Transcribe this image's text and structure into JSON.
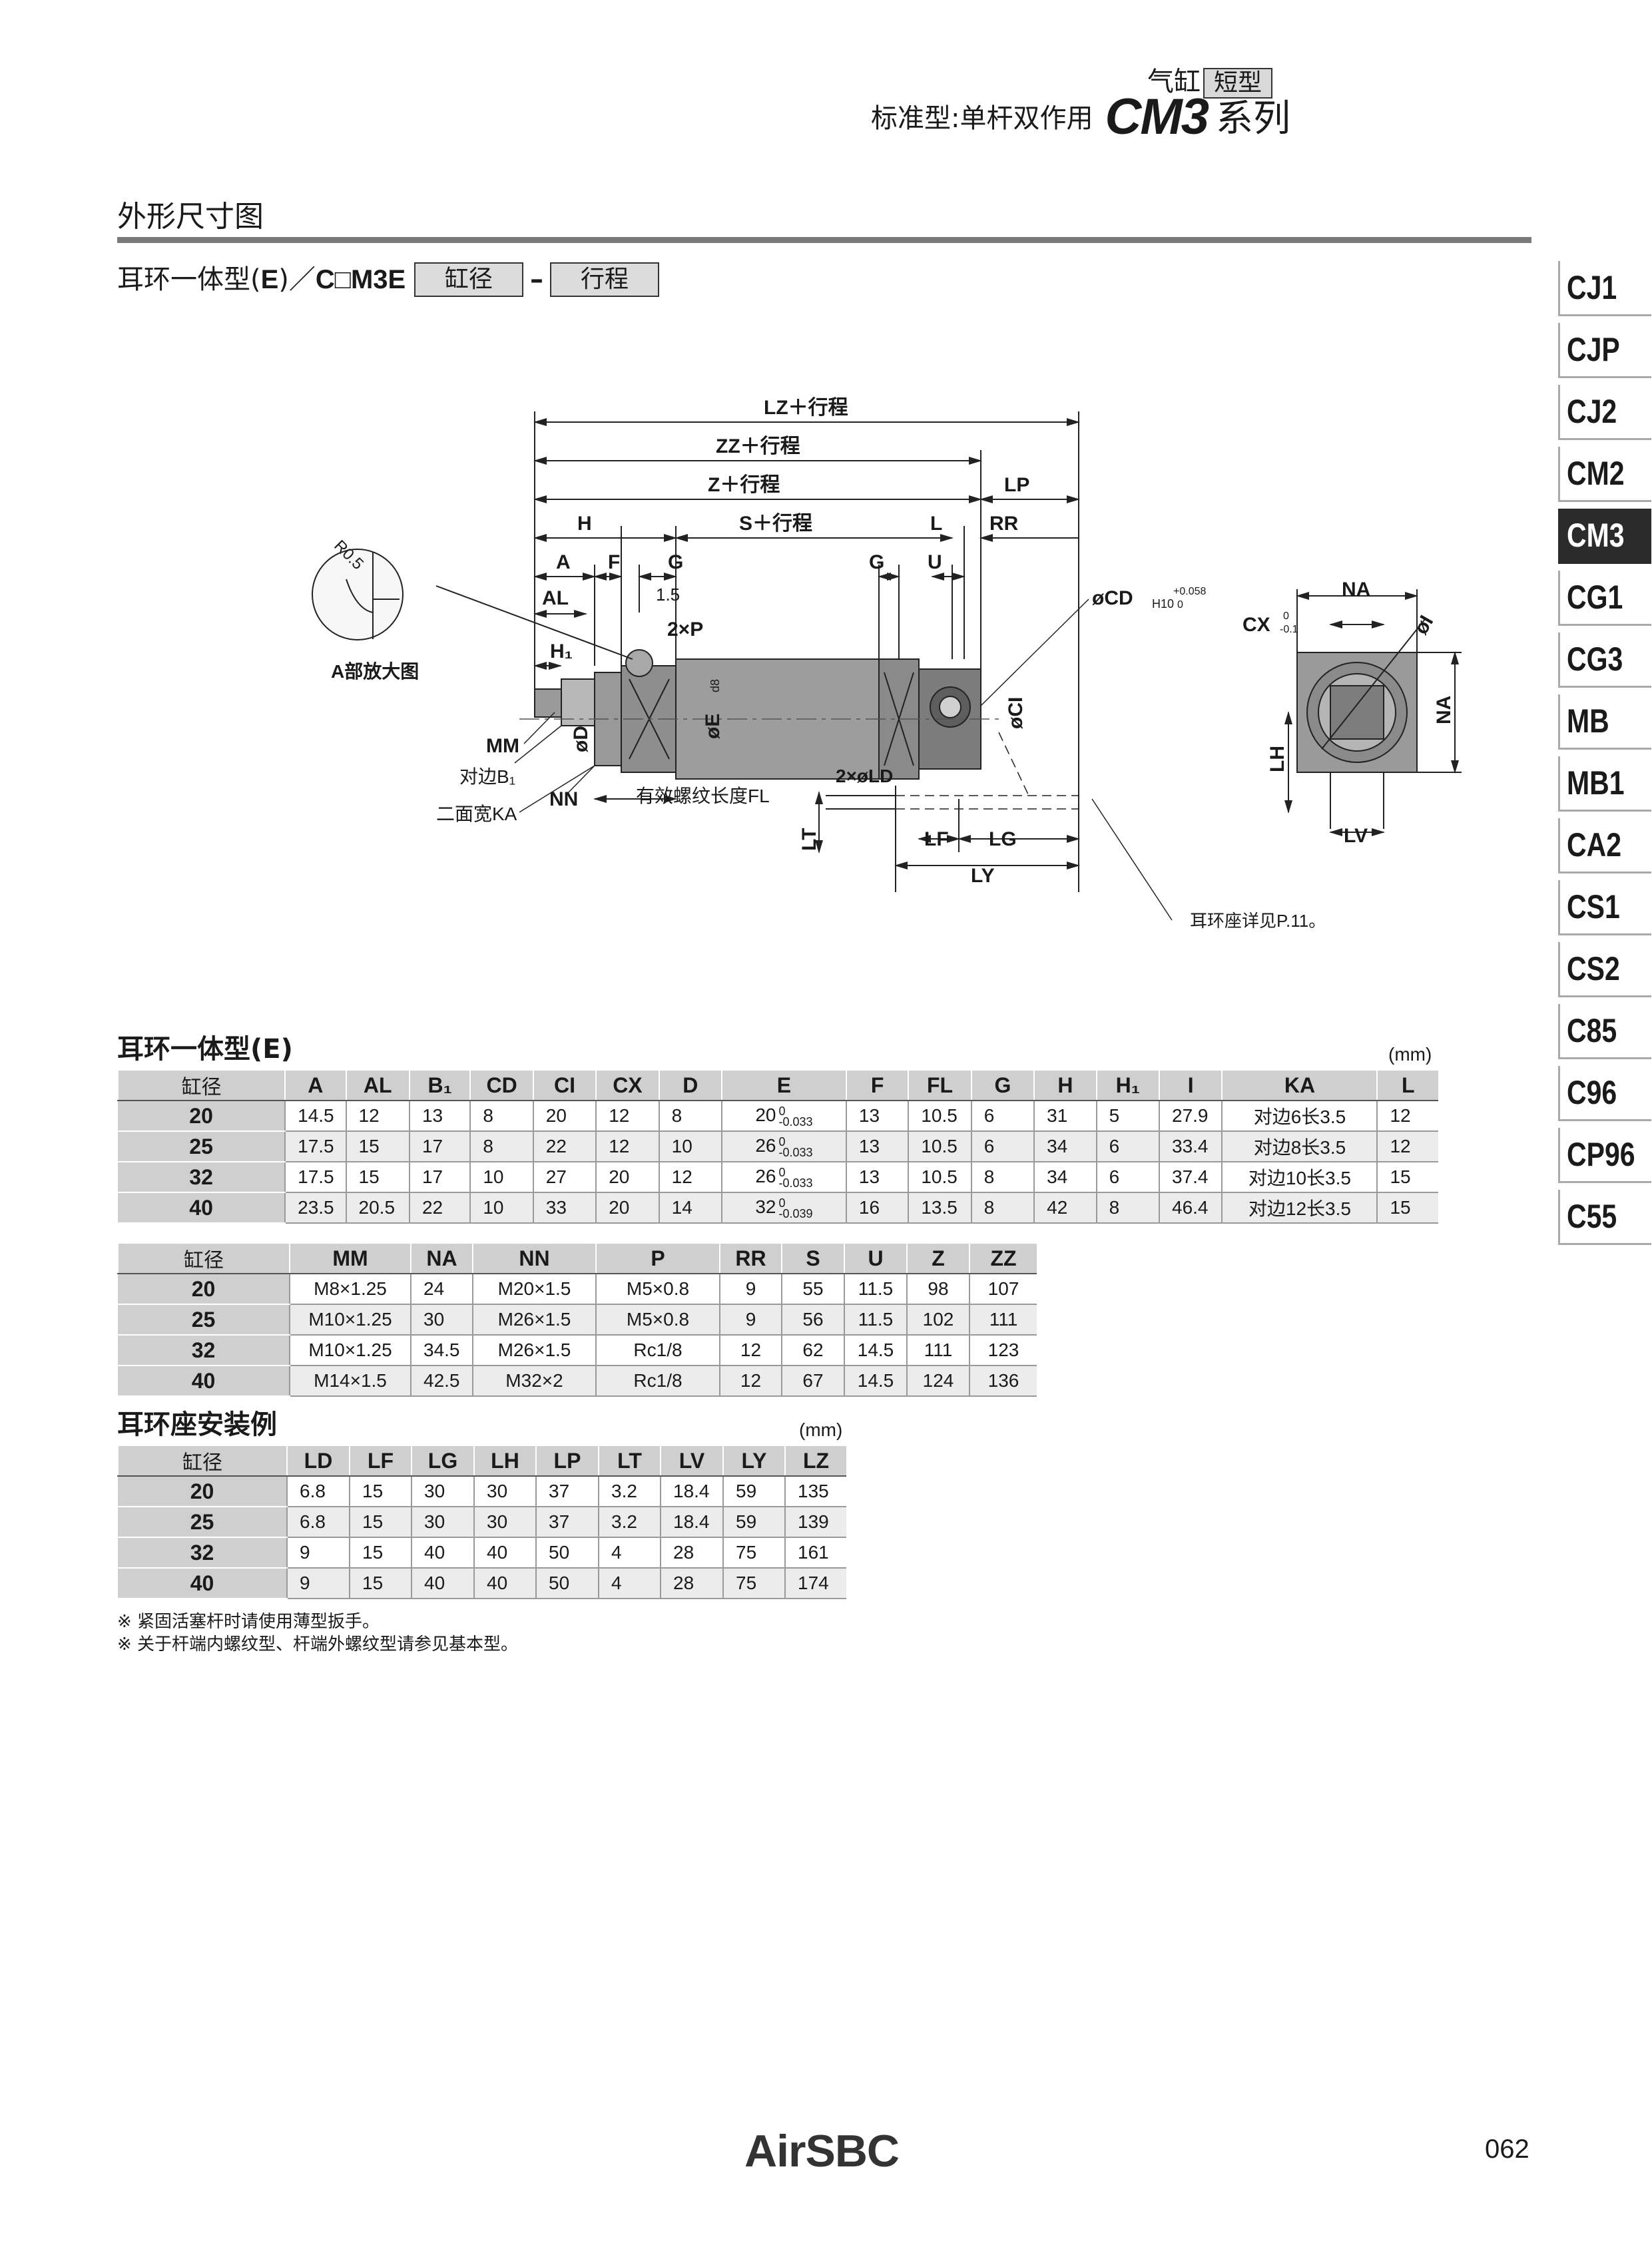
{
  "header": {
    "line1_text": "气缸",
    "line1_box": "短型",
    "line2_text": "标准型:单杆双作用",
    "model": "CM3",
    "series": "系列"
  },
  "section_title": "外形尺寸图",
  "subtitle": {
    "prefix": "耳环一体型(",
    "code": "E",
    "suffix": ")／",
    "model_code": "C□M3E",
    "box_bore": "缸径",
    "dash": "–",
    "box_stroke": "行程"
  },
  "side_tabs": [
    "CJ1",
    "CJP",
    "CJ2",
    "CM2",
    "CM3",
    "CG1",
    "CG3",
    "MB",
    "MB1",
    "CA2",
    "CS1",
    "CS2",
    "C85",
    "C96",
    "CP96",
    "C55"
  ],
  "active_tab": "CM3",
  "drawing_labels": {
    "lz": "LZ＋行程",
    "zz": "ZZ＋行程",
    "z": "Z＋行程",
    "lp": "LP",
    "h": "H",
    "s": "S＋行程",
    "l": "L",
    "rr": "RR",
    "a": "A",
    "f": "F",
    "g": "G",
    "g2": "G",
    "u": "U",
    "al": "AL",
    "v15": "1.5",
    "p2": "2×P",
    "h1": "H₁",
    "cd": "øCD",
    "cd_fit": "H10",
    "cd_tol_upper": "+0.058",
    "cd_tol_lower": "0",
    "r05": "R0.5",
    "detail": "A部放大图",
    "mm": "MM",
    "b1": "对边B₁",
    "ka": "二面宽KA",
    "nn": "NN",
    "d": "øD",
    "fl": "有效螺纹长度FL",
    "e": "øE",
    "e_fit": "d8",
    "ci": "øCI",
    "ld": "2×øLD",
    "lt": "LT",
    "lf": "LF",
    "lg": "LG",
    "ly": "LY",
    "clevis_ref": "耳环座详见P.11。",
    "na": "NA",
    "cx": "CX",
    "cx_tol_upper": "0",
    "cx_tol_lower": "-0.1",
    "i": "øI",
    "na2": "NA",
    "lh": "LH",
    "lv": "LV"
  },
  "table1": {
    "title": "耳环一体型(E)",
    "unit": "(mm)",
    "headers": [
      "缸径",
      "A",
      "AL",
      "B₁",
      "CD",
      "CI",
      "CX",
      "D",
      "E",
      "F",
      "FL",
      "G",
      "H",
      "H₁",
      "I",
      "KA",
      "L"
    ],
    "rows": [
      {
        "bore": "20",
        "A": "14.5",
        "AL": "12",
        "B1": "13",
        "CD": "8",
        "CI": "20",
        "CX": "12",
        "D": "8",
        "E": "20",
        "E_up": "0",
        "E_low": "-0.033",
        "F": "13",
        "FL": "10.5",
        "G": "6",
        "H": "31",
        "H1": "5",
        "I": "27.9",
        "KA": "对边6长3.5",
        "L": "12"
      },
      {
        "bore": "25",
        "A": "17.5",
        "AL": "15",
        "B1": "17",
        "CD": "8",
        "CI": "22",
        "CX": "12",
        "D": "10",
        "E": "26",
        "E_up": "0",
        "E_low": "-0.033",
        "F": "13",
        "FL": "10.5",
        "G": "6",
        "H": "34",
        "H1": "6",
        "I": "33.4",
        "KA": "对边8长3.5",
        "L": "12"
      },
      {
        "bore": "32",
        "A": "17.5",
        "AL": "15",
        "B1": "17",
        "CD": "10",
        "CI": "27",
        "CX": "20",
        "D": "12",
        "E": "26",
        "E_up": "0",
        "E_low": "-0.033",
        "F": "13",
        "FL": "10.5",
        "G": "8",
        "H": "34",
        "H1": "6",
        "I": "37.4",
        "KA": "对边10长3.5",
        "L": "15"
      },
      {
        "bore": "40",
        "A": "23.5",
        "AL": "20.5",
        "B1": "22",
        "CD": "10",
        "CI": "33",
        "CX": "20",
        "D": "14",
        "E": "32",
        "E_up": "0",
        "E_low": "-0.039",
        "F": "16",
        "FL": "13.5",
        "G": "8",
        "H": "42",
        "H1": "8",
        "I": "46.4",
        "KA": "对边12长3.5",
        "L": "15"
      }
    ]
  },
  "table2": {
    "headers": [
      "缸径",
      "MM",
      "NA",
      "NN",
      "P",
      "RR",
      "S",
      "U",
      "Z",
      "ZZ"
    ],
    "rows": [
      {
        "bore": "20",
        "MM": "M8×1.25",
        "NA": "24",
        "NN": "M20×1.5",
        "P": "M5×0.8",
        "RR": "9",
        "S": "55",
        "U": "11.5",
        "Z": "98",
        "ZZ": "107"
      },
      {
        "bore": "25",
        "MM": "M10×1.25",
        "NA": "30",
        "NN": "M26×1.5",
        "P": "M5×0.8",
        "RR": "9",
        "S": "56",
        "U": "11.5",
        "Z": "102",
        "ZZ": "111"
      },
      {
        "bore": "32",
        "MM": "M10×1.25",
        "NA": "34.5",
        "NN": "M26×1.5",
        "P": "Rc1/8",
        "RR": "12",
        "S": "62",
        "U": "14.5",
        "Z": "111",
        "ZZ": "123"
      },
      {
        "bore": "40",
        "MM": "M14×1.5",
        "NA": "42.5",
        "NN": "M32×2",
        "P": "Rc1/8",
        "RR": "12",
        "S": "67",
        "U": "14.5",
        "Z": "124",
        "ZZ": "136"
      }
    ]
  },
  "table3": {
    "title": "耳环座安装例",
    "unit": "(mm)",
    "headers": [
      "缸径",
      "LD",
      "LF",
      "LG",
      "LH",
      "LP",
      "LT",
      "LV",
      "LY",
      "LZ"
    ],
    "rows": [
      {
        "bore": "20",
        "LD": "6.8",
        "LF": "15",
        "LG": "30",
        "LH": "30",
        "LP": "37",
        "LT": "3.2",
        "LV": "18.4",
        "LY": "59",
        "LZ": "135"
      },
      {
        "bore": "25",
        "LD": "6.8",
        "LF": "15",
        "LG": "30",
        "LH": "30",
        "LP": "37",
        "LT": "3.2",
        "LV": "18.4",
        "LY": "59",
        "LZ": "139"
      },
      {
        "bore": "32",
        "LD": "9",
        "LF": "15",
        "LG": "40",
        "LH": "40",
        "LP": "50",
        "LT": "4",
        "LV": "28",
        "LY": "75",
        "LZ": "161"
      },
      {
        "bore": "40",
        "LD": "9",
        "LF": "15",
        "LG": "40",
        "LH": "40",
        "LP": "50",
        "LT": "4",
        "LV": "28",
        "LY": "75",
        "LZ": "174"
      }
    ]
  },
  "notes": [
    "※ 紧固活塞杆时请使用薄型扳手。",
    "※ 关于杆端内螺纹型、杆端外螺纹型请参见基本型。"
  ],
  "footer": {
    "logo": "AirSBC",
    "page_number": "062"
  }
}
